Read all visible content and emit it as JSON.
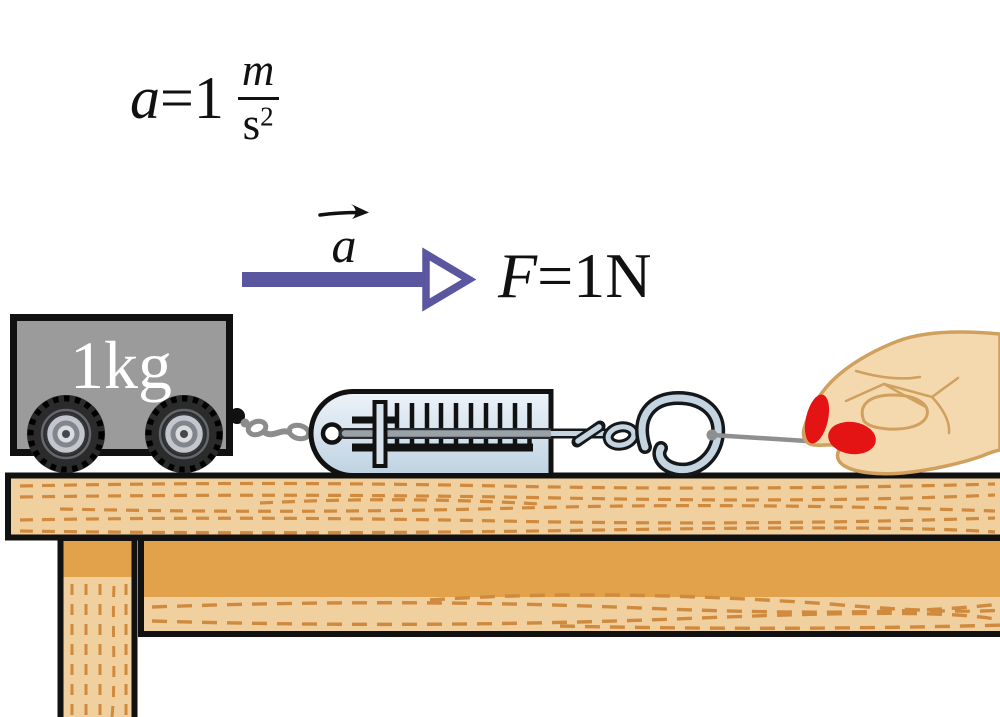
{
  "figure": {
    "acceleration_label": {
      "variable": "a",
      "equals_value": "=1",
      "unit_numerator": "m",
      "unit_denominator": "s",
      "unit_exponent": "2"
    },
    "vector_label": {
      "symbol": "a"
    },
    "force_label": {
      "variable": "F",
      "equals_value": "=1N"
    },
    "cart": {
      "mass_label": "1kg"
    }
  },
  "colors": {
    "arrow": "#5b56a0",
    "outline": "#111111",
    "cart_body": "#9b9b9b",
    "wheel_tire": "#2b2b2b",
    "wheel_hub_light": "#c3c6cc",
    "wheel_hub_mid": "#82858c",
    "wheel_hub_inner": "#dadce0",
    "wheel_center": "#45474c",
    "table_light": "#f1d0a0",
    "table_dark": "#e2a24c",
    "wood_grain": "#d08a3e",
    "scale_top": "#edf3f9",
    "scale_bottom": "#bfd2e2",
    "pointer_fill": "#d6e2ec",
    "rod_gray": "#9aa1a7",
    "metal": "#c4d5e1",
    "chain": "#8c8c8c",
    "string": "#8f8f8f",
    "skin": "#f5d9ae",
    "skin_line": "#cfa05e",
    "nail": "#e41414"
  }
}
